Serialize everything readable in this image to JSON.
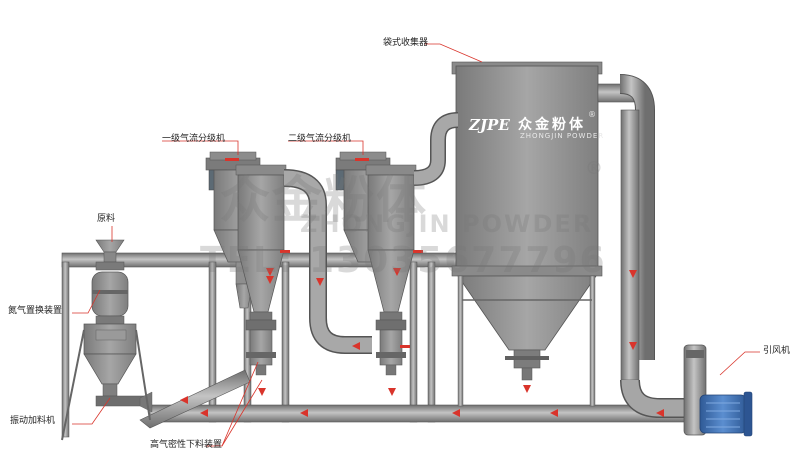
{
  "labels": {
    "bag_collector": "袋式收集器",
    "classifier_1": "一级气流分级机",
    "classifier_2": "二级气流分级机",
    "raw_material": "原料",
    "nitrogen_replacement": "氮气置换装置",
    "vibrating_feeder": "振动加料机",
    "induced_fan": "引风机",
    "airtight_discharge": "高气密性下料装置"
  },
  "brand": {
    "logo": "ZJPE",
    "name_cn": "众金粉体",
    "name_en": "ZHONGJIN POWDER",
    "registered": "®"
  },
  "watermark": {
    "name_cn": "众金粉体",
    "registered": "®",
    "name_en": "ZHONGJIN POWDER",
    "tel": "TEL: 13035677796"
  },
  "colors": {
    "machine_gray": "#8f8f8f",
    "machine_dark": "#6e6e6e",
    "machine_light": "#b9b9b9",
    "motor_blue": "#3d6fb3",
    "flow_arrow": "#d9342b",
    "leader_line": "#d9342b"
  }
}
